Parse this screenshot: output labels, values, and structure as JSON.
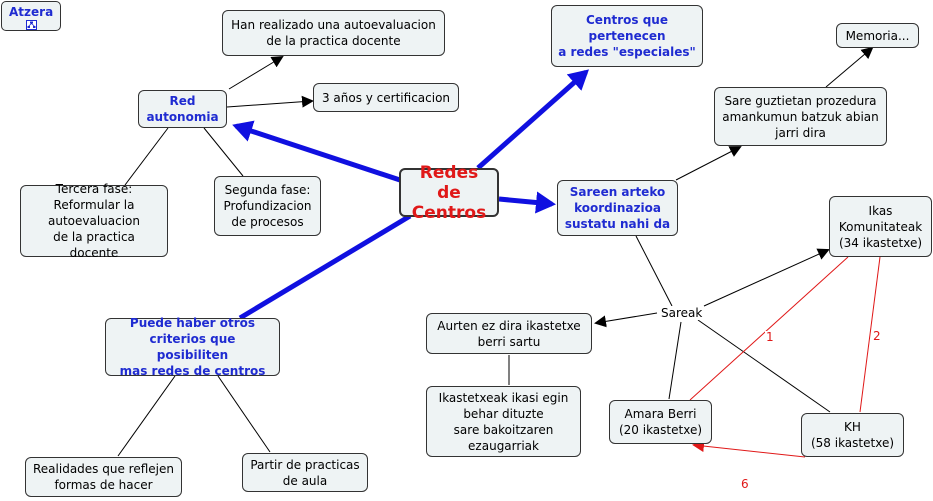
{
  "back_button": {
    "label": "Atzera",
    "icon": "map-icon"
  },
  "nodes": {
    "center": "Redes de\nCentros",
    "red_autonomia": "Red\nautonomia",
    "autoevaluacion": "Han realizado una autoevaluacion\nde la practica docente",
    "tres_anos": "3 años y certificacion",
    "tercera_fase": "Tercera fase:\nReformular la\nautoevaluacion\nde la practica docente",
    "segunda_fase": "Segunda fase:\nProfundizacion\nde procesos",
    "centros_especiales": "Centros que\npertenecen\na redes \"especiales\"",
    "memoria": "Memoria...",
    "sare_guztietan": "Sare guztietan prozedura\namankumun batzuk abian\njarri dira",
    "sareen_arteko": "Sareen arteko\nkoordinazioa\nsustatu nahi da",
    "ikas": "Ikas\nKomunitateak\n(34 ikastetxe)",
    "sareak": "Sareak",
    "aurten": "Aurten ez dira ikastetxe\nberri sartu",
    "ikastetxeak": "Ikastetxeak ikasi egin\nbehar dituzte\nsare bakoitzaren\nezaugarriak",
    "amara": "Amara Berri\n(20 ikastetxe)",
    "kh": "KH\n(58 ikastetxe)",
    "puede_haber": "Puede haber otros\ncriterios que posibiliten\nmas redes de centros",
    "realidades": "Realidades que reflejen\nformas de hacer",
    "partir": "Partir de practicas\nde aula"
  },
  "link_labels": {
    "amara_ikas": "1",
    "kh_ikas": "2",
    "kh_amara": "6"
  },
  "colors": {
    "thick_link": "#1010e0",
    "red_link": "#e01818",
    "node_bg": "#eef3f4",
    "blue_text": "#1f2bd1"
  }
}
